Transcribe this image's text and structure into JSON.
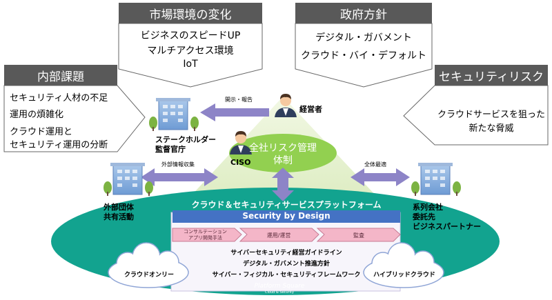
{
  "market": {
    "title": "市場環境の変化",
    "items": [
      "ビジネスのスピードUP",
      "マルチアクセス環境",
      "IoT"
    ]
  },
  "government": {
    "title": "政府方針",
    "items": [
      "デジタル・ガバメント",
      "クラウド・バイ・デフォルト"
    ]
  },
  "internal": {
    "title": "内部課題",
    "items": [
      "セキュリティ人材の不足",
      "運用の煩雑化",
      "クラウド運用と",
      "セキュリティ運用の分断"
    ]
  },
  "security_risk": {
    "title": "セキュリティリスク",
    "items": [
      "クラウドサービスを狙った",
      "新たな脅威"
    ]
  },
  "actors": {
    "executive": "経営者",
    "ciso": "CISO",
    "stakeholder": [
      "ステークホルダー",
      "監督官庁"
    ],
    "external": [
      "外部団体",
      "共有活動"
    ],
    "affiliates": [
      "系列会社",
      "委託先",
      "ビジネスパートナー"
    ]
  },
  "arrows": {
    "disclosure": "開示・報告",
    "external_info": "外部情報収集",
    "overall_opt": "全体最適"
  },
  "risk_mgmt": [
    "全社リスク管理",
    "体制"
  ],
  "platform": {
    "title": "クラウド＆セキュリティサービスプラットフォーム",
    "banner": "Security by Design",
    "chevrons": [
      "コンサルテーション",
      "アプリ開発手法",
      "運用/運営",
      "監査"
    ],
    "guidelines": [
      "サイバーセキュリティ経営ガイドライン",
      "デジタル・ガバメント推進方針",
      "サイバー・フィジカル・セキュリティフレームワーク"
    ]
  },
  "clouds": {
    "left": "クラウドオンリー",
    "right": "ハイブリッドクラウド"
  },
  "logo": {
    "name": "Platform Square",
    "tagline": "Cloud & Security"
  },
  "colors": {
    "header": "#595959",
    "teal": "#12a38f",
    "banner": "#4472c4",
    "green": "#92d050",
    "arrow": "#8d84c7",
    "chevron": "#f4b6c8"
  }
}
